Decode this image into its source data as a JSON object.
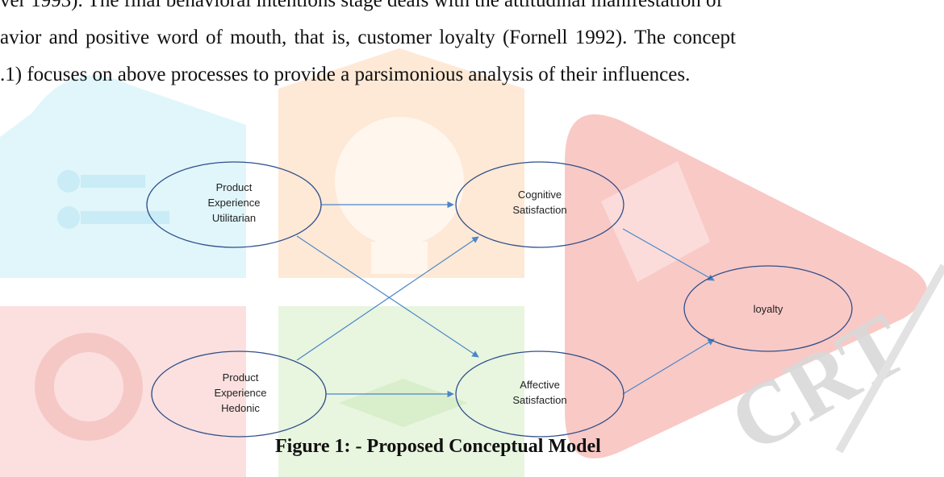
{
  "paragraph": {
    "lines": [
      "ver 1993). The final behavioral intentions stage deals with the attitudinal manifestation of",
      "avior and positive word of mouth, that is, customer loyalty (Fornell 1992). The concept",
      ".1) focuses on above processes to provide a parsimonious analysis of their influences."
    ]
  },
  "diagram": {
    "nodes": {
      "utilitarian": [
        "Product",
        "Experience",
        "Utilitarian"
      ],
      "hedonic": [
        "Product",
        "Experience",
        "Hedonic"
      ],
      "cognitive": [
        "Cognitive",
        "Satisfaction"
      ],
      "affective": [
        "Affective",
        "Satisfaction"
      ],
      "loyalty": [
        "loyalty"
      ]
    },
    "edges": [
      [
        "utilitarian",
        "cognitive"
      ],
      [
        "utilitarian",
        "affective"
      ],
      [
        "hedonic",
        "cognitive"
      ],
      [
        "hedonic",
        "affective"
      ],
      [
        "cognitive",
        "loyalty"
      ],
      [
        "affective",
        "loyalty"
      ]
    ]
  },
  "caption": "Figure 1: - Proposed Conceptual Model",
  "watermark": {
    "text": "IJCRT",
    "colors": {
      "cyan": "#e0f6fb",
      "orange": "#fde9d6",
      "red_pink": "#fbe0df",
      "green": "#e8f5df",
      "red": "#f9c9c6",
      "text": "#d8d8d8"
    }
  },
  "colors": {
    "arrow": "#4a86c8",
    "ellipse_stroke": "#2f4f8a",
    "text": "#111111"
  }
}
